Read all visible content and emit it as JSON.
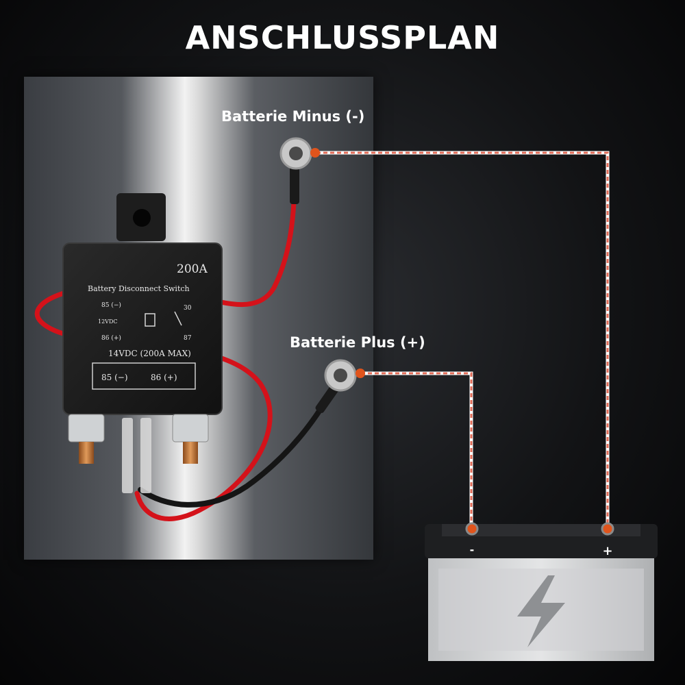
{
  "title": "ANSCHLUSSPLAN",
  "labels": {
    "battery_minus": "Batterie Minus (-)",
    "battery_plus": "Batterie Plus (+)"
  },
  "relay": {
    "rating": "200A",
    "name": "Battery Disconnect Switch",
    "pin85": "85 (−)",
    "pin86": "86 (+)",
    "pin30": "30",
    "pin87": "87",
    "voltage_12": "12VDC",
    "spec": "14VDC (200A MAX)",
    "box_85": "85 (−)",
    "box_86": "86 (+)"
  },
  "battery": {
    "minus_sign": "-",
    "plus_sign": "+"
  },
  "colors": {
    "wire_red": "#d4121a",
    "wire_black": "#151515",
    "dashed_line": "#e06a55",
    "connector_dot": "#e0541c"
  }
}
